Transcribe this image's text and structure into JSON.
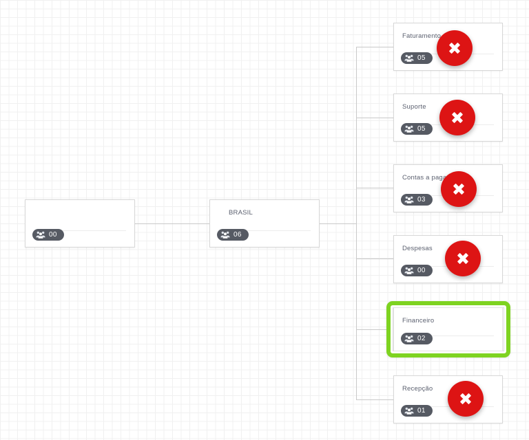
{
  "canvas": {
    "grid_color": "#f0f0f0",
    "background": "#ffffff",
    "connector_color": "#c9c9c9"
  },
  "colors": {
    "accent_selected": "#7ed321",
    "remove_red": "#dd1414",
    "badge_bg": "#565a63",
    "title_text": "#5a5f6e",
    "card_border": "#d7d7d7"
  },
  "icons": {
    "members": "users-group-icon",
    "remove": "close-x-icon"
  },
  "chart_data": {
    "type": "org-chart",
    "title": "",
    "root": {
      "id": "root",
      "label": "",
      "member_count": "00"
    },
    "nodes": [
      {
        "id": "root",
        "label": "",
        "member_count": "00",
        "level": 0,
        "selected": false,
        "removable": false
      },
      {
        "id": "brasil",
        "label": "BRASIL",
        "member_count": "06",
        "level": 1,
        "selected": false,
        "removable": false
      },
      {
        "id": "faturamento",
        "label": "Faturamento",
        "member_count": "05",
        "level": 2,
        "selected": false,
        "removable": true
      },
      {
        "id": "suporte",
        "label": "Suporte",
        "member_count": "05",
        "level": 2,
        "selected": false,
        "removable": true
      },
      {
        "id": "contas-a-pagar",
        "label": "Contas a pagar",
        "member_count": "03",
        "level": 2,
        "selected": false,
        "removable": true
      },
      {
        "id": "despesas",
        "label": "Despesas",
        "member_count": "00",
        "level": 2,
        "selected": false,
        "removable": true
      },
      {
        "id": "financeiro",
        "label": "Financeiro",
        "member_count": "02",
        "level": 2,
        "selected": true,
        "removable": false
      },
      {
        "id": "recepcao",
        "label": "Recepção",
        "member_count": "01",
        "level": 2,
        "selected": false,
        "removable": true
      }
    ],
    "edges": [
      {
        "from": "root",
        "to": "brasil"
      },
      {
        "from": "brasil",
        "to": "faturamento"
      },
      {
        "from": "brasil",
        "to": "suporte"
      },
      {
        "from": "brasil",
        "to": "contas-a-pagar"
      },
      {
        "from": "brasil",
        "to": "despesas"
      },
      {
        "from": "brasil",
        "to": "financeiro"
      },
      {
        "from": "brasil",
        "to": "recepcao"
      }
    ]
  }
}
